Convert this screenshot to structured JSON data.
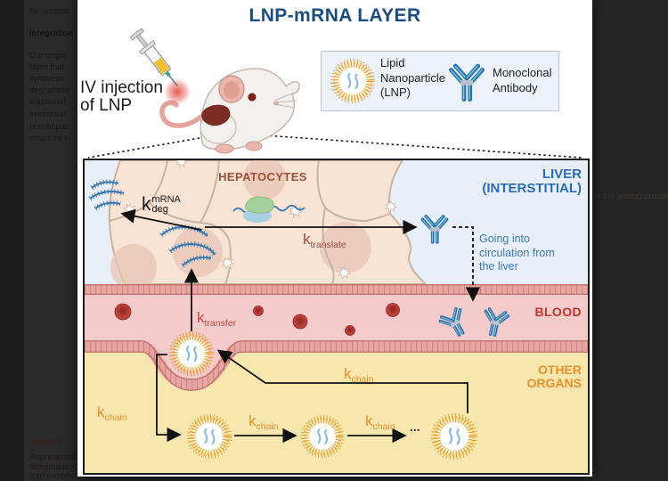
{
  "background_page": {
    "left_lines": [
      "for recomb",
      "Integration",
      "Our origin",
      "layer that",
      "synthesis.",
      "degradatio",
      "additional",
      "interstitial",
      "non-hepat",
      "structure i"
    ],
    "caption_title": "Figure 3.",
    "caption_lines": [
      "Representatio",
      "Schematic repr",
      "lipid nanoparti"
    ],
    "right_text": "in the writing process"
  },
  "figure": {
    "title": "LNP-mRNA LAYER",
    "injection": {
      "lines": [
        "IV injection",
        "of LNP"
      ]
    },
    "legend": {
      "lnp_label_lines": [
        "Lipid",
        "Nanoparticle",
        "(LNP)"
      ],
      "mab_label_lines": [
        "Monoclonal",
        "Antibody"
      ]
    },
    "diagram": {
      "hepatocytes_label": "HEPATOCYTES",
      "liver_label_lines": [
        "LIVER",
        "(INTERSTITIAL)"
      ],
      "blood_label": "BLOOD",
      "other_label_lines": [
        "OTHER",
        "ORGANS"
      ],
      "circulation_note_lines": [
        "Going into",
        "circulation from",
        "the liver"
      ],
      "ellipsis": "...",
      "rates": {
        "k_deg": {
          "base": "k",
          "sup": "mRNA",
          "sub": "deg"
        },
        "k_translate": {
          "base": "k",
          "sub": "translate"
        },
        "k_transfer": {
          "base": "k",
          "sub": "transfer"
        },
        "k_chain": {
          "base": "k",
          "sub": "chain"
        }
      }
    },
    "colors": {
      "title_blue": "#1b4d7e",
      "liver_label_blue": "#2a6db4",
      "hepatocytes_brown": "#9d4f3c",
      "blood_red": "#bf3430",
      "other_orange": "#e8912d",
      "transfer_red": "#c8473c",
      "interstitial_bg": "#e9eff8",
      "blood_bg": "#f2cbca",
      "organs_bg": "#f7e6ad",
      "lnp_orange": "#f0a125",
      "antibody_blue": "#2273ab",
      "mrna_blue": "#3579b3"
    }
  }
}
